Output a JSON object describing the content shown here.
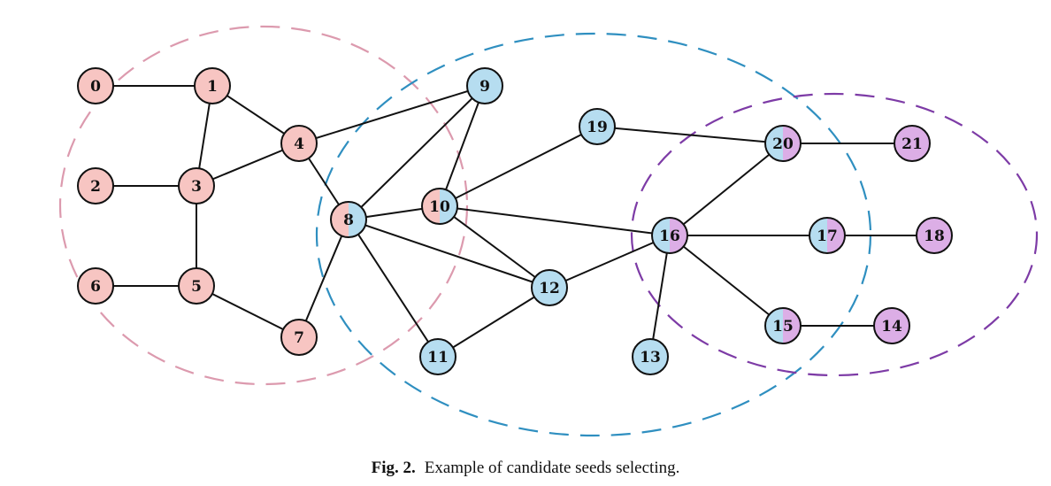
{
  "colors": {
    "pink": "#f7c5c2",
    "blue": "#b6ddf0",
    "purple": "#dcaee6",
    "pink_region": "#dc9aae",
    "blue_region": "#2f8fc0",
    "purple_region": "#7d3ba6",
    "edge": "#111111"
  },
  "caption": {
    "label": "Fig. 2.",
    "text": "Example of candidate seeds selecting."
  },
  "nodes": [
    {
      "id": "0",
      "fill": [
        "pink"
      ]
    },
    {
      "id": "1",
      "fill": [
        "pink"
      ]
    },
    {
      "id": "2",
      "fill": [
        "pink"
      ]
    },
    {
      "id": "3",
      "fill": [
        "pink"
      ]
    },
    {
      "id": "4",
      "fill": [
        "pink"
      ]
    },
    {
      "id": "5",
      "fill": [
        "pink"
      ]
    },
    {
      "id": "6",
      "fill": [
        "pink"
      ]
    },
    {
      "id": "7",
      "fill": [
        "pink"
      ]
    },
    {
      "id": "8",
      "fill": [
        "pink",
        "blue"
      ]
    },
    {
      "id": "9",
      "fill": [
        "blue"
      ]
    },
    {
      "id": "10",
      "fill": [
        "pink",
        "blue"
      ]
    },
    {
      "id": "11",
      "fill": [
        "blue"
      ]
    },
    {
      "id": "12",
      "fill": [
        "blue"
      ]
    },
    {
      "id": "13",
      "fill": [
        "blue"
      ]
    },
    {
      "id": "14",
      "fill": [
        "purple"
      ]
    },
    {
      "id": "15",
      "fill": [
        "blue",
        "purple"
      ]
    },
    {
      "id": "16",
      "fill": [
        "blue",
        "purple"
      ]
    },
    {
      "id": "17",
      "fill": [
        "blue",
        "purple"
      ]
    },
    {
      "id": "18",
      "fill": [
        "purple"
      ]
    },
    {
      "id": "19",
      "fill": [
        "blue"
      ]
    },
    {
      "id": "20",
      "fill": [
        "blue",
        "purple"
      ]
    },
    {
      "id": "21",
      "fill": [
        "purple"
      ]
    }
  ],
  "edges": [
    [
      "0",
      "1"
    ],
    [
      "1",
      "3"
    ],
    [
      "1",
      "4"
    ],
    [
      "2",
      "3"
    ],
    [
      "3",
      "4"
    ],
    [
      "3",
      "5"
    ],
    [
      "6",
      "5"
    ],
    [
      "5",
      "7"
    ],
    [
      "7",
      "8"
    ],
    [
      "4",
      "8"
    ],
    [
      "4",
      "9"
    ],
    [
      "8",
      "9"
    ],
    [
      "10",
      "9"
    ],
    [
      "8",
      "10"
    ],
    [
      "8",
      "12"
    ],
    [
      "8",
      "11"
    ],
    [
      "10",
      "12"
    ],
    [
      "11",
      "12"
    ],
    [
      "10",
      "19"
    ],
    [
      "10",
      "16"
    ],
    [
      "19",
      "20"
    ],
    [
      "20",
      "21"
    ],
    [
      "16",
      "20"
    ],
    [
      "12",
      "16"
    ],
    [
      "16",
      "13"
    ],
    [
      "16",
      "17"
    ],
    [
      "17",
      "18"
    ],
    [
      "16",
      "15"
    ],
    [
      "15",
      "14"
    ]
  ],
  "regions": [
    {
      "name": "pink-community",
      "color": "pink_region"
    },
    {
      "name": "blue-community",
      "color": "blue_region"
    },
    {
      "name": "purple-community",
      "color": "purple_region"
    }
  ]
}
